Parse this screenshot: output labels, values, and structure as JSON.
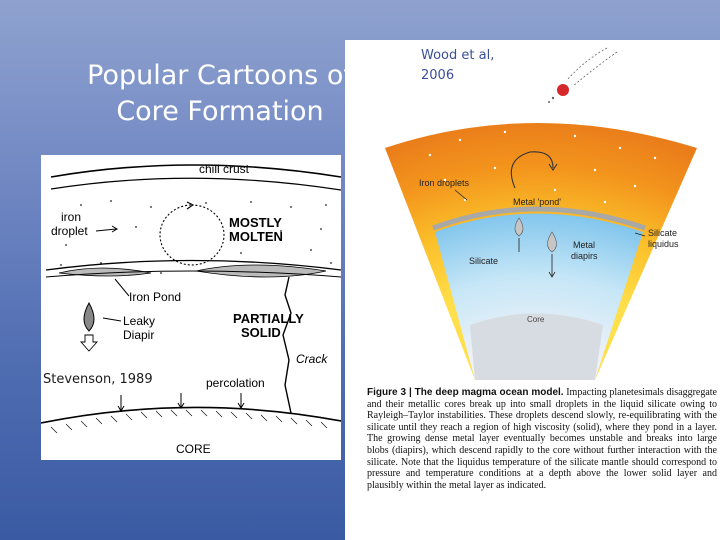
{
  "slide": {
    "title": "Popular Cartoons of Core Formation"
  },
  "left_figure": {
    "caption": "Stevenson, 1989",
    "labels": {
      "chill_crust": "chill crust",
      "iron_droplet_1": "iron",
      "iron_droplet_2": "droplet",
      "mostly_molten_1": "MOSTLY",
      "mostly_molten_2": "MOLTEN",
      "iron_pond": "Iron Pond",
      "leaky_diapir_1": "Leaky",
      "leaky_diapir_2": "Diapir",
      "partially_solid_1": "PARTIALLY",
      "partially_solid_2": "SOLID",
      "crack": "Crack",
      "percolation": "percolation",
      "core": "CORE"
    }
  },
  "right_figure": {
    "author": "Wood et al, 2006",
    "labels": {
      "iron_droplets": "Iron droplets",
      "metal_pond": "Metal 'pond'",
      "silicate_liquidus_1": "Silicate",
      "silicate_liquidus_2": "liquidus",
      "metal_diapirs_1": "Metal",
      "metal_diapirs_2": "diapirs",
      "silicate": "Silicate",
      "core": "Core"
    },
    "caption_title": "Figure 3 | The deep magma ocean model.",
    "caption_body": "Impacting planetesimals disaggregate and their metallic cores break up into small droplets in the liquid silicate owing to Rayleigh–Taylor instabilities. These droplets descend slowly, re-equilibrating with the silicate until they reach a region of high viscosity (solid), where they pond in a layer. The growing dense metal layer eventually becomes unstable and breaks into large blobs (diapirs), which descend rapidly to the core without further interaction with the silicate. Note that the liquidus temperature of the silicate mantle should correspond to pressure and temperature conditions at a depth above the lower solid layer and plausibly within the metal layer as indicated."
  },
  "colors": {
    "background_top": "#8fa2cf",
    "background_bottom": "#3a5aa3",
    "magma_orange": "#f39a1e",
    "silicate_blue": "#9fd2ef",
    "impactor_red": "#d6282a"
  }
}
